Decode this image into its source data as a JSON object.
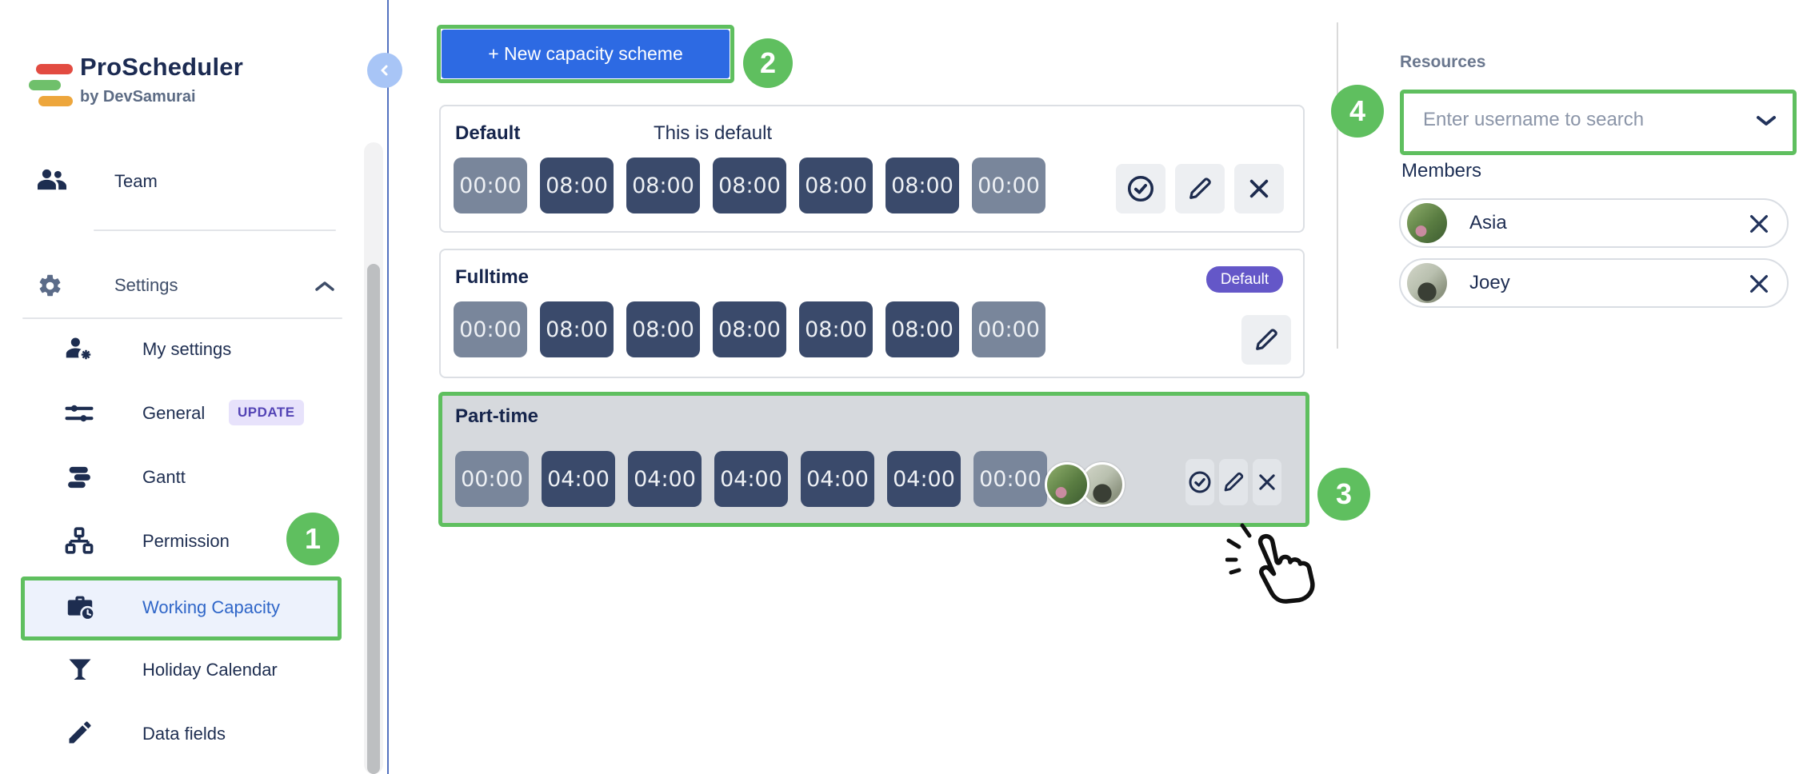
{
  "app": {
    "name": "ProScheduler",
    "byline": "by DevSamurai"
  },
  "colors": {
    "highlight_green": "#5fbf5f",
    "primary_blue": "#2d6ae3",
    "badge_purple": "#6457c8",
    "chip_dark": "#3a4a6b",
    "chip_light": "#79869b",
    "active_link_blue": "#2f66c8"
  },
  "sidebar": {
    "items": [
      {
        "label": "Team"
      },
      {
        "label": "Settings"
      },
      {
        "label": "My settings"
      },
      {
        "label": "General",
        "badge": "UPDATE"
      },
      {
        "label": "Gantt"
      },
      {
        "label": "Permission"
      },
      {
        "label": "Working Capacity"
      },
      {
        "label": "Holiday Calendar"
      },
      {
        "label": "Data fields"
      }
    ]
  },
  "main": {
    "new_scheme_button": "+ New capacity scheme",
    "schemes": [
      {
        "name": "Default",
        "note": "This is default",
        "hours": [
          "00:00",
          "08:00",
          "08:00",
          "08:00",
          "08:00",
          "08:00",
          "00:00"
        ]
      },
      {
        "name": "Fulltime",
        "badge": "Default",
        "hours": [
          "00:00",
          "08:00",
          "08:00",
          "08:00",
          "08:00",
          "08:00",
          "00:00"
        ]
      },
      {
        "name": "Part-time",
        "hours": [
          "00:00",
          "04:00",
          "04:00",
          "04:00",
          "04:00",
          "04:00",
          "00:00"
        ],
        "members": [
          "Asia",
          "Joey"
        ]
      }
    ]
  },
  "right_panel": {
    "resources_label": "Resources",
    "search_placeholder": "Enter username to search",
    "members_heading": "Members",
    "members": [
      {
        "name": "Asia"
      },
      {
        "name": "Joey"
      }
    ]
  },
  "annotations": {
    "steps": [
      "1",
      "2",
      "3",
      "4"
    ]
  }
}
